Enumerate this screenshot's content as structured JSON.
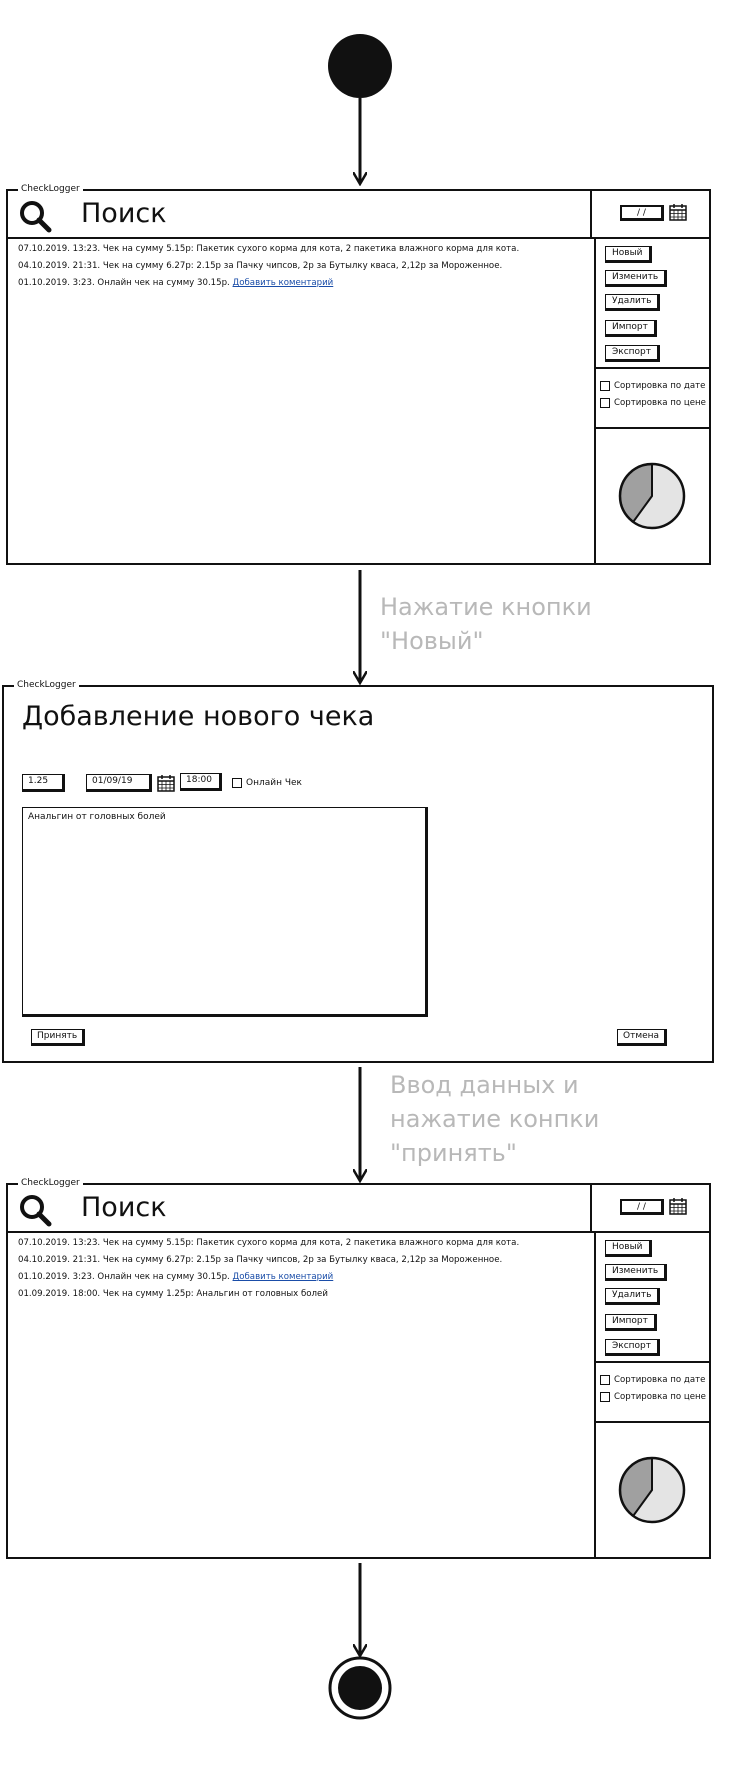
{
  "screen1": {
    "frame_title": "CheckLogger",
    "search_title": "Поиск",
    "date_value": "/ /",
    "items": [
      {
        "text": "07.10.2019. 13:23. Чек на сумму 5.15р: Пакетик сухого корма для кота, 2 пакетика влажного корма для кота.",
        "link": ""
      },
      {
        "text": "04.10.2019. 21:31. Чек на сумму 6.27р: 2.15р за Пачку чипсов, 2р за Бутылку кваса, 2,12р за Мороженное.",
        "link": ""
      },
      {
        "text": "01.10.2019. 3:23. Онлайн чек на сумму 30.15р. ",
        "link": "Добавить коментарий"
      }
    ],
    "buttons": {
      "new": "Новый",
      "edit": "Изменить",
      "delete": "Удалить",
      "import": "Импорт",
      "export": "Экспорт"
    },
    "sort_by_date": "Сортировка по дате",
    "sort_by_price": "Сортировка по цене"
  },
  "transition1": {
    "line1": "Нажатие кнопки",
    "line2": "\"Новый\""
  },
  "dialog": {
    "frame_title": "CheckLogger",
    "title": "Добавление нового чека",
    "amount": "1.25",
    "date": "01/09/19",
    "time": "18:00",
    "online_label": "Онлайн Чек",
    "comment": "Анальгин от головных болей",
    "accept_button": "Принять",
    "cancel_button": "Отмена"
  },
  "transition2": {
    "line1": "Ввод данных и",
    "line2": "нажатие конпки",
    "line3": "\"принять\""
  },
  "screen2": {
    "frame_title": "CheckLogger",
    "search_title": "Поиск",
    "date_value": "/ /",
    "items": [
      {
        "text": "07.10.2019. 13:23. Чек на сумму 5.15р: Пакетик сухого корма для кота, 2 пакетика влажного корма для кота.",
        "link": ""
      },
      {
        "text": "04.10.2019. 21:31. Чек на сумму 6.27р: 2.15р за Пачку чипсов, 2р за Бутылку кваса, 2,12р за Мороженное.",
        "link": ""
      },
      {
        "text": "01.10.2019. 3:23. Онлайн чек на сумму 30.15р. ",
        "link": "Добавить коментарий"
      },
      {
        "text": "01.09.2019. 18:00. Чек на сумму 1.25р: Анальгин от головных болей",
        "link": ""
      }
    ],
    "buttons": {
      "new": "Новый",
      "edit": "Изменить",
      "delete": "Удалить",
      "import": "Импорт",
      "export": "Экспорт"
    },
    "sort_by_date": "Сортировка по дате",
    "sort_by_price": "Сортировка по цене"
  },
  "pie": {
    "dark_fraction": 0.4,
    "dark_color": "#a0a0a0",
    "light_color": "#e4e4e4"
  }
}
